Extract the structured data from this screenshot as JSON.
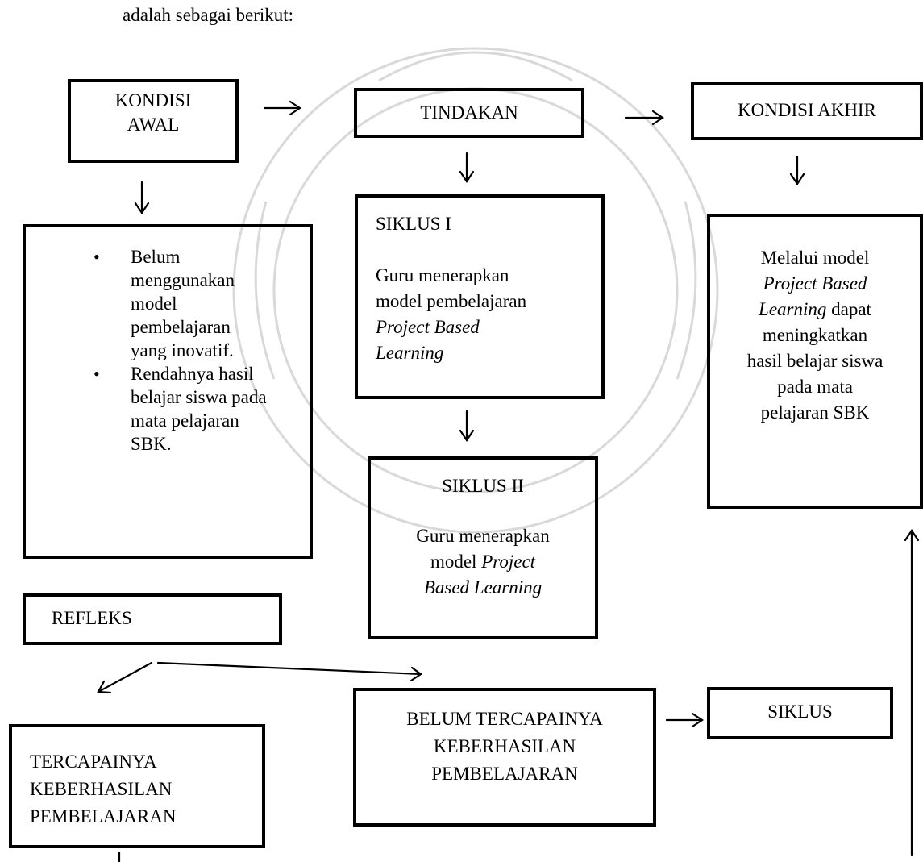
{
  "intro_text": "adalah sebagai berikut:",
  "colors": {
    "stroke": "#000000",
    "watermark": "#d9d9d9"
  },
  "kondisi_awal": {
    "title_line1": "KONDISI",
    "title_line2": "AWAL",
    "bullets": [
      [
        "Belum",
        "menggunakan",
        "model",
        "pembelajaran",
        "yang inovatif."
      ],
      [
        "Rendahnya hasil",
        "belajar siswa pada",
        "mata pelajaran",
        "SBK."
      ]
    ]
  },
  "tindakan": {
    "title": "TINDAKAN",
    "siklus1": {
      "title": "SIKLUS I",
      "line1": "Guru menerapkan",
      "line2": "model pembelajaran",
      "line3_italic": "Project Based",
      "line4_italic": "Learning"
    },
    "siklus2": {
      "title": "SIKLUS II",
      "line1": "Guru menerapkan",
      "line2_pre": "model ",
      "line2_italic": "Project",
      "line3_italic": "Based Learning"
    }
  },
  "kondisi_akhir": {
    "title": "KONDISI AKHIR",
    "line1": "Melalui model",
    "line2_italic": "Project Based",
    "line3_italic": "Learning",
    "line3_post": " dapat",
    "line4": "meningkatkan",
    "line5": "hasil belajar siswa",
    "line6": "pada mata",
    "line7": "pelajaran SBK"
  },
  "refleks": {
    "title": "REFLEKS"
  },
  "tercapai": {
    "line1": "TERCAPAINYA",
    "line2": "KEBERHASILAN",
    "line3": "PEMBELAJARAN"
  },
  "belum": {
    "line1": "BELUM TERCAPAINYA",
    "line2": "KEBERHASILAN",
    "line3": "PEMBELAJARAN"
  },
  "siklus_box": {
    "title": "SIKLUS"
  }
}
